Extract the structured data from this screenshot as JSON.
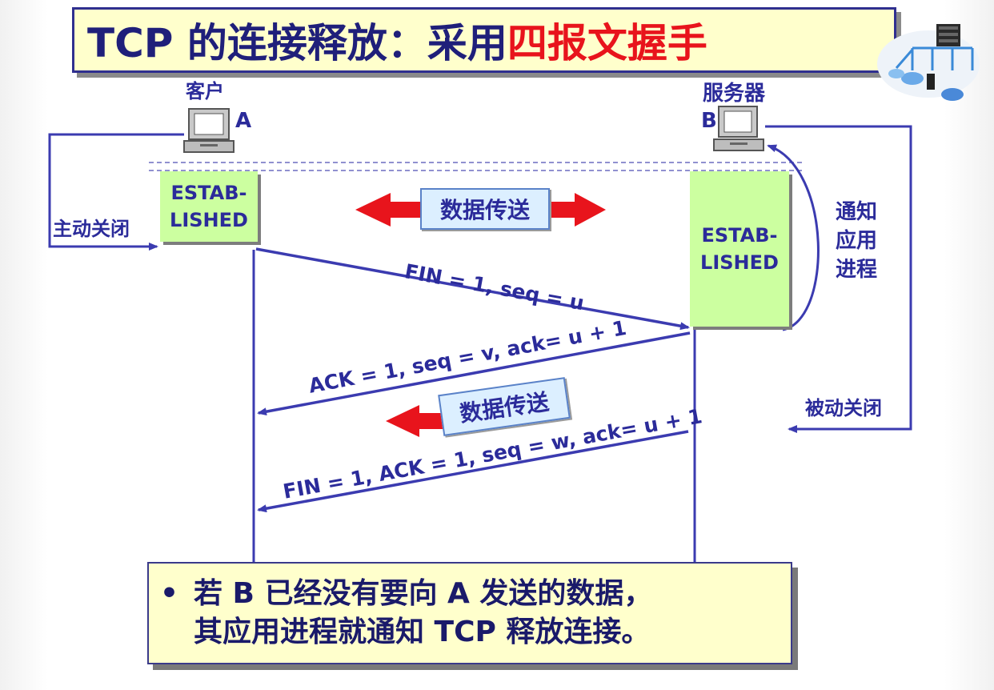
{
  "title": {
    "prefix": "TCP 的连接释放：采用",
    "highlight": "四报文握手"
  },
  "client": {
    "label": "客户",
    "name": "A",
    "state_line1": "ESTAB-",
    "state_line2": "LISHED",
    "side_note": "主动关闭"
  },
  "server": {
    "label": "服务器",
    "name": "B",
    "state_line1": "ESTAB-",
    "state_line2": "LISHED",
    "side_note_1": "通知",
    "side_note_2": "应用",
    "side_note_3": "进程",
    "passive_close": "被动关闭"
  },
  "transfer_label": "数据传送",
  "messages": {
    "m1": "FIN = 1, seq = u",
    "m2": "ACK = 1, seq = v, ack= u + 1",
    "m3": "FIN = 1, ACK = 1, seq = w, ack= u + 1"
  },
  "note": {
    "bullet": "•",
    "line1": "若 B 已经没有要向 A 发送的数据，",
    "line2": "其应用进程就通知 TCP 释放连接。"
  },
  "colors": {
    "arrow_blue": "#3b3bb0",
    "accent_red": "#e8141c",
    "state_green": "#ccffa0",
    "note_yellow": "#ffffcc"
  }
}
